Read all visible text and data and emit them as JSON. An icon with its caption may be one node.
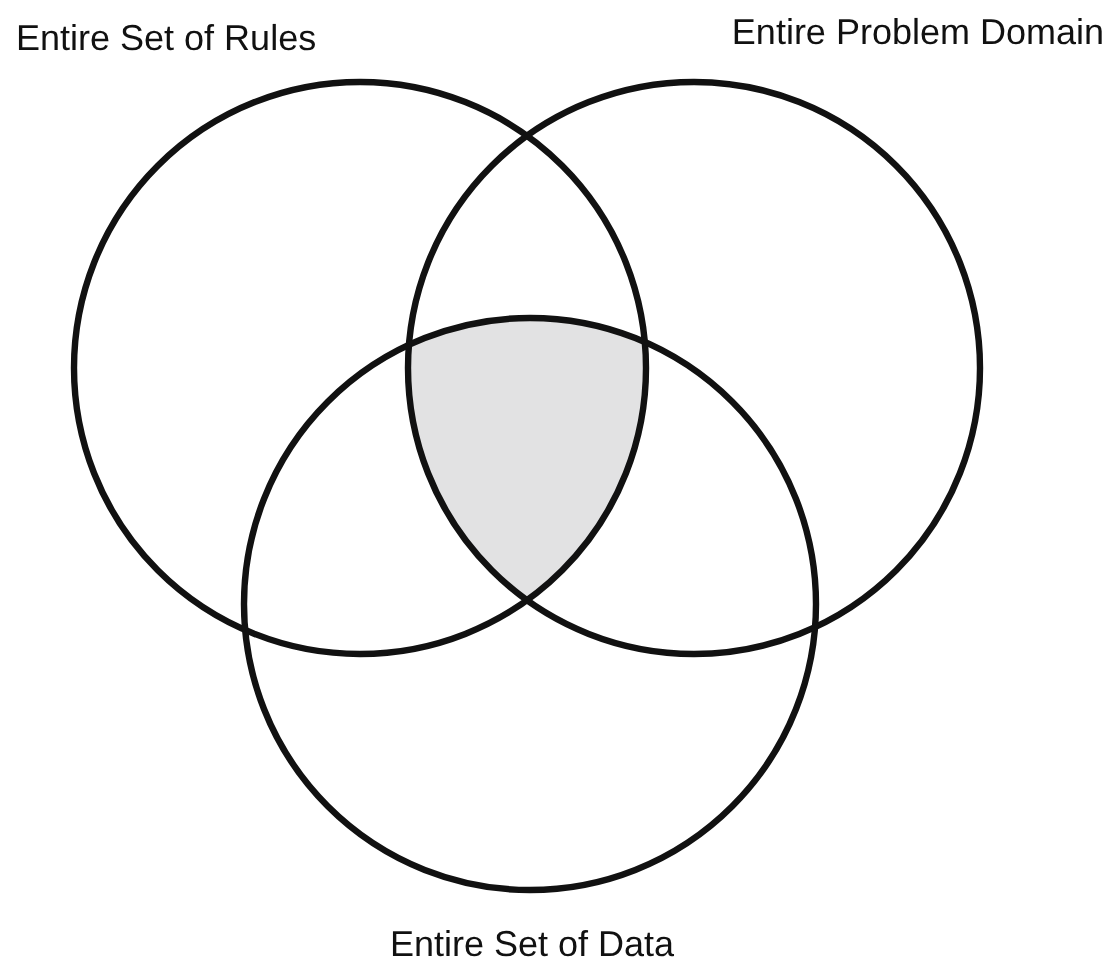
{
  "diagram": {
    "nodes": [
      {
        "text": [
          "Entire Set of Rules"
        ]
      },
      {
        "text": [
          "Entire Problem Domain"
        ]
      },
      {
        "text": [
          "Entire Set of Data"
        ]
      },
      {
        "text": [],
        "shape": "region"
      }
    ],
    "edges": []
  }
}
